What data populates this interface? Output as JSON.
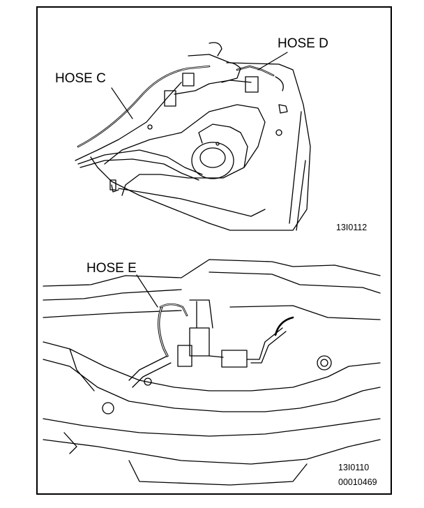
{
  "labels": {
    "hose_c": "HOSE C",
    "hose_d": "HOSE D",
    "hose_e": "HOSE E"
  },
  "figure_codes": {
    "top_panel": "13I0112",
    "bottom_panel": "13I0110",
    "document": "00010469"
  },
  "colors": {
    "line": "#000000",
    "background": "#ffffff"
  }
}
